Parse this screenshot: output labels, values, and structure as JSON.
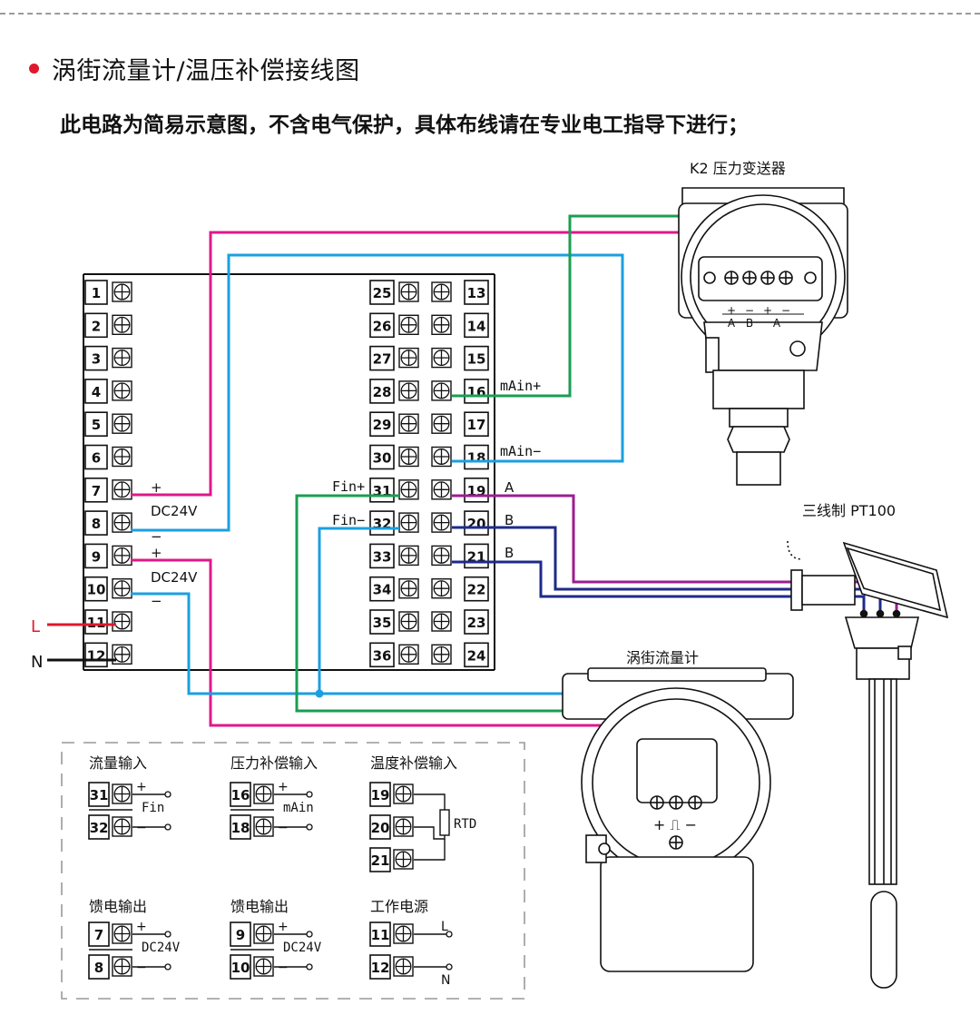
{
  "page": {
    "title": "涡街流量计/温压补偿接线图",
    "notice": "此电路为简易示意图，不含电气保护，具体布线请在专业电工指导下进行；"
  },
  "colors": {
    "magenta": "#e0178a",
    "cyan": "#1b9fe0",
    "green": "#1a9e52",
    "purple": "#9b1e8f",
    "navy": "#1e2a8a",
    "red": "#e0182d",
    "black": "#111111"
  },
  "terminal_block": {
    "left_col": [
      "1",
      "2",
      "3",
      "4",
      "5",
      "6",
      "7",
      "8",
      "9",
      "10",
      "11",
      "12"
    ],
    "mid_col": [
      "25",
      "26",
      "27",
      "28",
      "29",
      "30",
      "31",
      "32",
      "33",
      "34",
      "35",
      "36"
    ],
    "right_col": [
      "13",
      "14",
      "15",
      "16",
      "17",
      "18",
      "19",
      "20",
      "21",
      "22",
      "23",
      "24"
    ],
    "labels": {
      "t7_plus": "+",
      "t8_dc": "DC24V",
      "t8_minus": "−",
      "t9_plus": "+",
      "t10_dc": "DC24V",
      "t10_minus": "−",
      "L": "L",
      "N": "N",
      "t16": "mAin+",
      "t18": "mAin−",
      "t31": "Fin+",
      "t32": "Fin−",
      "t19": "A",
      "t20": "B",
      "t21": "B"
    }
  },
  "pressure_transmitter": {
    "name": "K2 压力变送器",
    "terminal_labels": [
      "+",
      "−",
      "+",
      "−"
    ],
    "terminal_sublabels": [
      "A",
      "B"
    ],
    "bracket_label": "A"
  },
  "pt100": {
    "name": "三线制 PT100"
  },
  "flowmeter": {
    "name": "涡街流量计",
    "polarity": "+ ⎍ −"
  },
  "legend": {
    "flow": {
      "title": "流量输入",
      "t1": "31",
      "t2": "32",
      "plus": "+",
      "minus": "−",
      "sig": "Fin"
    },
    "pressure": {
      "title": "压力补偿输入",
      "t1": "16",
      "t2": "18",
      "plus": "+",
      "minus": "−",
      "sig": "mAin"
    },
    "temp": {
      "title": "温度补偿输入",
      "t1": "19",
      "t2": "20",
      "t3": "21",
      "sig": "RTD"
    },
    "feed1": {
      "title": "馈电输出",
      "t1": "7",
      "t2": "8",
      "plus": "+",
      "minus": "−",
      "sig": "DC24V"
    },
    "feed2": {
      "title": "馈电输出",
      "t1": "9",
      "t2": "10",
      "plus": "+",
      "minus": "−",
      "sig": "DC24V"
    },
    "power": {
      "title": "工作电源",
      "t1": "11",
      "t2": "12",
      "l": "L",
      "n": "N"
    }
  }
}
